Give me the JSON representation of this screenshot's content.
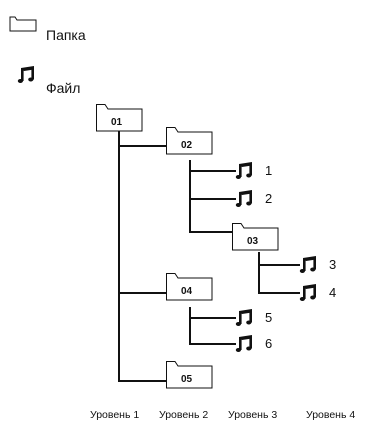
{
  "legend": {
    "folder_label": "Папка",
    "file_label": "Файл",
    "folder_icon": "folder-icon",
    "file_icon": "music-note-icon"
  },
  "tree": {
    "folders": [
      {
        "id": "01",
        "level": 1,
        "parent": null
      },
      {
        "id": "02",
        "level": 2,
        "parent": "01"
      },
      {
        "id": "03",
        "level": 3,
        "parent": "02"
      },
      {
        "id": "04",
        "level": 2,
        "parent": "01"
      },
      {
        "id": "05",
        "level": 2,
        "parent": "01"
      }
    ],
    "files": [
      {
        "number": "1",
        "parent": "02"
      },
      {
        "number": "2",
        "parent": "02"
      },
      {
        "number": "3",
        "parent": "03"
      },
      {
        "number": "4",
        "parent": "03"
      },
      {
        "number": "5",
        "parent": "04"
      },
      {
        "number": "6",
        "parent": "04"
      }
    ]
  },
  "levels": [
    "Уровень 1",
    "Уровень 2",
    "Уровень 3",
    "Уровень 4"
  ]
}
